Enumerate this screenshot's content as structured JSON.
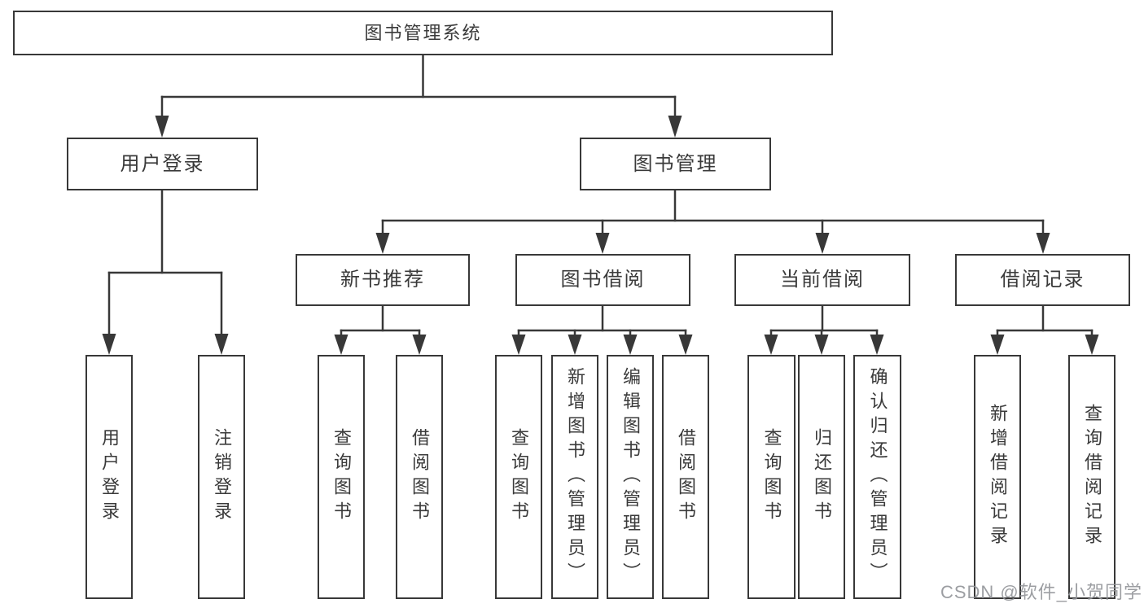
{
  "tree": {
    "label": "图书管理系统",
    "children": [
      {
        "label": "用户登录",
        "children": [
          {
            "label": "用户登录"
          },
          {
            "label": "注销登录"
          }
        ]
      },
      {
        "label": "图书管理",
        "children": [
          {
            "label": "新书推荐",
            "children": [
              {
                "label": "查询图书"
              },
              {
                "label": "借阅图书"
              }
            ]
          },
          {
            "label": "图书借阅",
            "children": [
              {
                "label": "查询图书"
              },
              {
                "label": "新增图书（管理员）"
              },
              {
                "label": "编辑图书（管理员）"
              },
              {
                "label": "借阅图书"
              }
            ]
          },
          {
            "label": "当前借阅",
            "children": [
              {
                "label": "查询图书"
              },
              {
                "label": "归还图书"
              },
              {
                "label": "确认归还（管理员）"
              }
            ]
          },
          {
            "label": "借阅记录",
            "children": [
              {
                "label": "新增借阅记录"
              },
              {
                "label": "查询借阅记录"
              }
            ]
          }
        ]
      }
    ]
  },
  "watermark": {
    "text": "CSDN @软件_小贺同学"
  },
  "colors": {
    "line": "#383838",
    "box_border": "#383838",
    "text": "#3a3a3a",
    "watermark": "#919498",
    "background": "#ffffff"
  },
  "diagram_type": "hierarchy-tree"
}
